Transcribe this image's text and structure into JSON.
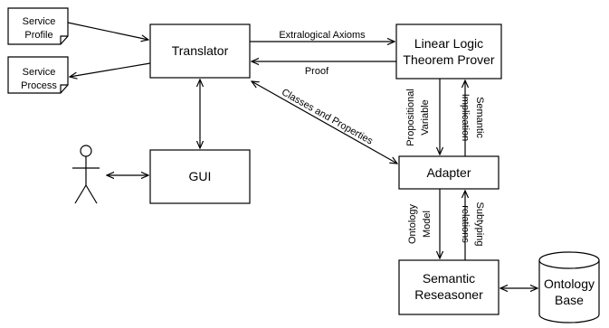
{
  "documents": {
    "service_profile": [
      "Service",
      "Profile"
    ],
    "service_process": [
      "Service",
      "Process"
    ]
  },
  "nodes": {
    "translator": "Translator",
    "theorem_prover": [
      "Linear Logic",
      "Theorem Prover"
    ],
    "gui": "GUI",
    "adapter": "Adapter",
    "reasoner": [
      "Semantic",
      "Reseasoner"
    ],
    "ontology_base": [
      "Ontology",
      "Base"
    ]
  },
  "edges": {
    "extralogical_axioms": "Extralogical Axioms",
    "proof": "Proof",
    "classes_and_properties": "Classes and Properties",
    "propositional_variable": [
      "Propositional",
      "Variable"
    ],
    "semantic_implication": [
      "Semantic",
      "Implication"
    ],
    "ontology_model": [
      "Ontology",
      "Model"
    ],
    "subtyping_relations": [
      "Subtyping",
      "relations"
    ]
  },
  "colors": {
    "stroke": "#000000",
    "fill": "#ffffff"
  },
  "icons": {
    "user": "stick-figure-icon",
    "database": "cylinder-icon"
  }
}
